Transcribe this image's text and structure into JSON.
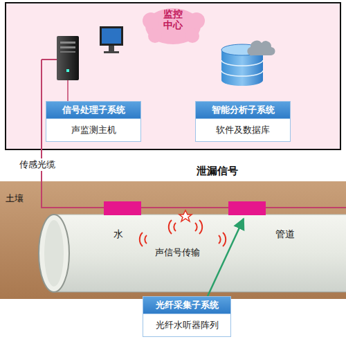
{
  "diagram": {
    "nodes": [
      {
        "text": [
          "监控中心"
        ]
      },
      {
        "text": [
          "信号处理子系统",
          "声监测主机"
        ]
      },
      {
        "text": [
          "智能分析子系统",
          "软件及数据库"
        ]
      },
      {
        "text": [
          "光纤采集子系统",
          "光纤水听器阵列"
        ]
      }
    ],
    "labels": [
      "传感光缆",
      "土壤",
      "泄漏信号",
      "水",
      "声信号传输",
      "管道"
    ]
  }
}
